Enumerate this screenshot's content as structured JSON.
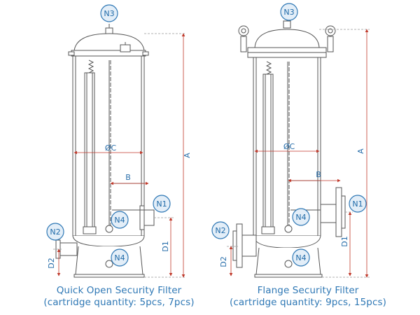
{
  "labels": {
    "top_nozzle": "N3",
    "inlet_nozzle": "N1",
    "outlet_nozzle": "N2",
    "drain_nozzle": "N4",
    "diameter": "ØC",
    "height": "A",
    "offset": "B",
    "inlet_height": "D1",
    "outlet_height": "D2"
  },
  "left_filter": {
    "caption_line1": "Quick Open Security Filter",
    "caption_line2": "(cartridge quantity: 5pcs, 7pcs)"
  },
  "right_filter": {
    "caption_line1": "Flange Security Filter",
    "caption_line2": "(cartridge quantity: 9pcs, 15pcs)"
  },
  "colors": {
    "outline": "#555555",
    "dimension": "#c0392b",
    "label_circle_fill": "#e3eef8",
    "label_circle_stroke": "#2f78b5",
    "label_text": "#1f6aa8",
    "caption_text": "#2f78b5"
  }
}
